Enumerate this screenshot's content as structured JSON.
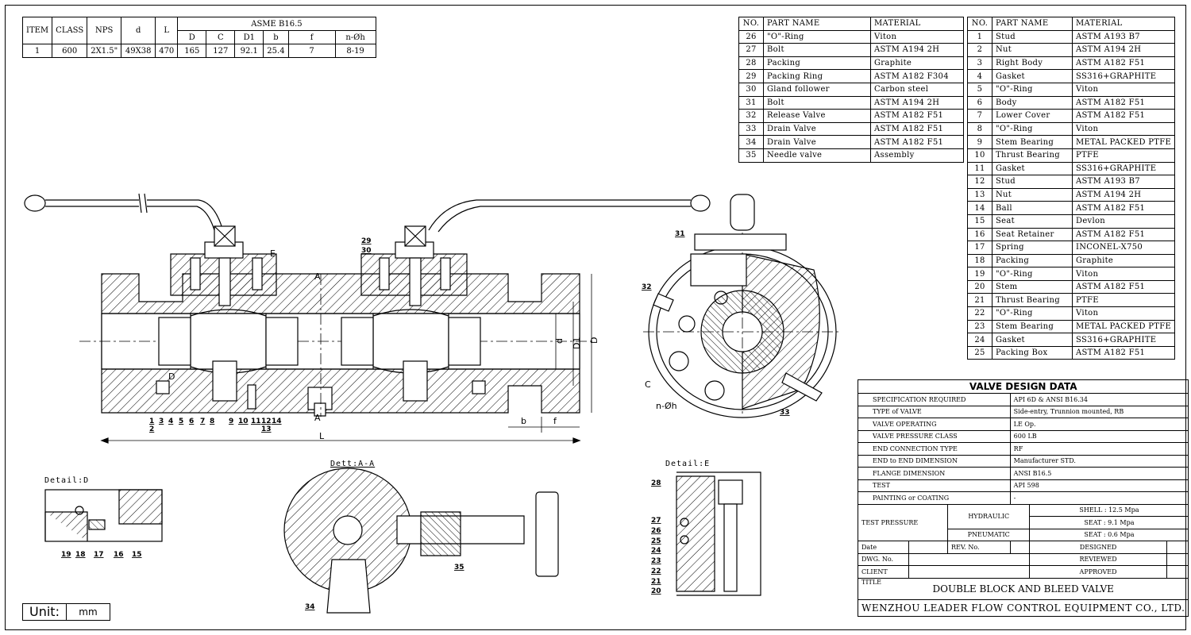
{
  "asme_table": {
    "headers": [
      "ITEM",
      "CLASS",
      "NPS",
      "d",
      "L"
    ],
    "group_header": "ASME B16.5",
    "sub_headers": [
      "D",
      "C",
      "D1",
      "b",
      "f",
      "n-Øh"
    ],
    "row": [
      "1",
      "600",
      "2X1.5\"",
      "49X38",
      "470",
      "165",
      "127",
      "92.1",
      "25.4",
      "7",
      "8-19"
    ]
  },
  "parts_headers": [
    "NO.",
    "PART NAME",
    "MATERIAL"
  ],
  "parts_left": [
    [
      "26",
      "\"O\"-Ring",
      "Viton"
    ],
    [
      "27",
      "Bolt",
      "ASTM A194 2H"
    ],
    [
      "28",
      "Packing",
      "Graphite"
    ],
    [
      "29",
      "Packing Ring",
      "ASTM A182 F304"
    ],
    [
      "30",
      "Gland follower",
      "Carbon steel"
    ],
    [
      "31",
      "Bolt",
      "ASTM A194 2H"
    ],
    [
      "32",
      "Release Valve",
      "ASTM A182 F51"
    ],
    [
      "33",
      "Drain Valve",
      "ASTM A182 F51"
    ],
    [
      "34",
      "Drain Valve",
      "ASTM A182 F51"
    ],
    [
      "35",
      "Needle valve",
      "Assembly"
    ]
  ],
  "parts_right": [
    [
      "1",
      "Stud",
      "ASTM A193 B7"
    ],
    [
      "2",
      "Nut",
      "ASTM A194 2H"
    ],
    [
      "3",
      "Right Body",
      "ASTM A182 F51"
    ],
    [
      "4",
      "Gasket",
      "SS316+GRAPHITE"
    ],
    [
      "5",
      "\"O\"-Ring",
      "Viton"
    ],
    [
      "6",
      "Body",
      "ASTM A182 F51"
    ],
    [
      "7",
      "Lower Cover",
      "ASTM A182 F51"
    ],
    [
      "8",
      "\"O\"-Ring",
      "Viton"
    ],
    [
      "9",
      "Stem Bearing",
      "METAL PACKED PTFE"
    ],
    [
      "10",
      "Thrust Bearing",
      "PTFE"
    ],
    [
      "11",
      "Gasket",
      "SS316+GRAPHITE"
    ],
    [
      "12",
      "Stud",
      "ASTM A193 B7"
    ],
    [
      "13",
      "Nut",
      "ASTM A194 2H"
    ],
    [
      "14",
      "Ball",
      "ASTM A182 F51"
    ],
    [
      "15",
      "Seat",
      "Devlon"
    ],
    [
      "16",
      "Seat Retainer",
      "ASTM A182 F51"
    ],
    [
      "17",
      "Spring",
      "INCONEL-X750"
    ],
    [
      "18",
      "Packing",
      "Graphite"
    ],
    [
      "19",
      "\"O\"-Ring",
      "Viton"
    ],
    [
      "20",
      "Stem",
      "ASTM A182 F51"
    ],
    [
      "21",
      "Thrust Bearing",
      "PTFE"
    ],
    [
      "22",
      "\"O\"-Ring",
      "Viton"
    ],
    [
      "23",
      "Stem Bearing",
      "METAL PACKED PTFE"
    ],
    [
      "24",
      "Gasket",
      "SS316+GRAPHITE"
    ],
    [
      "25",
      "Packing Box",
      "ASTM A182 F51"
    ]
  ],
  "design_data": {
    "title": "VALVE DESIGN DATA",
    "rows": [
      [
        "SPECIFICATION REQUIRED",
        "API 6D & ANSI B16.34"
      ],
      [
        "TYPE of VALVE",
        "Side-entry, Trunnion mounted, RB"
      ],
      [
        "VALVE OPERATING",
        "LE Op."
      ],
      [
        "VALVE PRESSURE CLASS",
        "600 LB"
      ],
      [
        "END CONNECTION TYPE",
        "RF"
      ],
      [
        "END to END DIMENSION",
        "Manufacturer STD."
      ],
      [
        "FLANGE DIMENSION",
        "ANSI B16.5"
      ],
      [
        "TEST",
        "API 598"
      ],
      [
        "PAINTING or COATING",
        "-"
      ]
    ],
    "test_pressure_label": "TEST PRESSURE",
    "hydraulic": "HYDRAULIC",
    "pneumatic": "PNEUMATIC",
    "shell": "SHELL :  12.5  Mpa",
    "seat_hyd": "SEAT  :  9.1  Mpa",
    "seat_pneu": "SEAT  :  0.6  Mpa",
    "date": "Date",
    "rev": "REV. No.",
    "designed": "DESIGNED",
    "dwg": "DWG. No.",
    "reviewed": "REVIEWED",
    "client": "CLIENT",
    "approved": "APPROVED",
    "title_label": "TITLE",
    "drawing_title": "DOUBLE BLOCK AND BLEED VALVE",
    "company": "WENZHOU LEADER FLOW CONTROL EQUIPMENT CO., LTD."
  },
  "views": {
    "detail_d": "Detail:D",
    "dett_aa": "Dett:A-A",
    "detail_e": "Detail:E"
  },
  "dims": {
    "L": "L",
    "b": "b",
    "f": "f",
    "d": "d",
    "D1": "D1",
    "D": "D",
    "A": "A",
    "E": "E",
    "C": "C",
    "nh": "n-Øh",
    "Dmark": "D"
  },
  "balloons_main": [
    "1",
    "2",
    "3",
    "4",
    "5",
    "6",
    "7",
    "8",
    "9",
    "10",
    "11",
    "12",
    "13",
    "14",
    "29",
    "30"
  ],
  "balloons_side": [
    "31",
    "32",
    "33"
  ],
  "balloons_d": [
    "19",
    "18",
    "17",
    "16",
    "15"
  ],
  "balloons_aa": [
    "34",
    "35"
  ],
  "balloons_e": [
    "28",
    "27",
    "26",
    "25",
    "24",
    "23",
    "22",
    "21",
    "20"
  ],
  "unit": {
    "label": "Unit:",
    "value": "mm"
  }
}
